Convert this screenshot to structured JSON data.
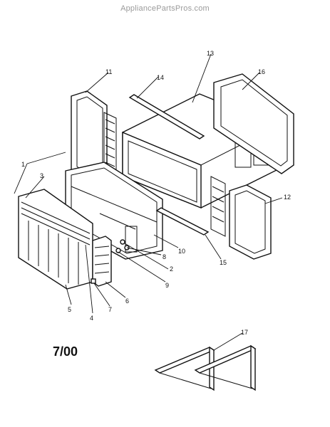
{
  "header": {
    "watermark": "AppliancePartsPros.com"
  },
  "diagram": {
    "date_code": "7/00",
    "callouts": [
      {
        "id": "1",
        "label": "1"
      },
      {
        "id": "2",
        "label": "2"
      },
      {
        "id": "3",
        "label": "3"
      },
      {
        "id": "4",
        "label": "4"
      },
      {
        "id": "5",
        "label": "5"
      },
      {
        "id": "6",
        "label": "6"
      },
      {
        "id": "7",
        "label": "7"
      },
      {
        "id": "8",
        "label": "8"
      },
      {
        "id": "9",
        "label": "9"
      },
      {
        "id": "10",
        "label": "10"
      },
      {
        "id": "11",
        "label": "11"
      },
      {
        "id": "12",
        "label": "12"
      },
      {
        "id": "13",
        "label": "13"
      },
      {
        "id": "14",
        "label": "14"
      },
      {
        "id": "15",
        "label": "15"
      },
      {
        "id": "16",
        "label": "16"
      },
      {
        "id": "17",
        "label": "17"
      }
    ]
  }
}
